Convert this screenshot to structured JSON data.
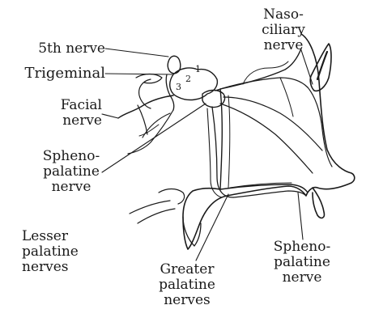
{
  "labels": {
    "fifth_nerve": "5th nerve",
    "trigeminal": "Trigeminal",
    "facial": [
      "Facial",
      "nerve"
    ],
    "sphenopalatine_left": [
      "Spheno-",
      "palatine",
      "nerve"
    ],
    "lesser_palatine": [
      "Lesser",
      "palatine",
      "nerves"
    ],
    "greater_palatine": [
      "Greater",
      "palatine",
      "nerves"
    ],
    "sphenopalatine_right": [
      "Spheno-",
      "palatine",
      "nerve"
    ],
    "nasociliary": [
      "Naso-",
      "ciliary",
      "nerve"
    ],
    "ganglion_numbers": [
      "1",
      "2",
      "3"
    ]
  },
  "colors": {
    "ink": "#1a1a1a",
    "background": "#ffffff"
  }
}
